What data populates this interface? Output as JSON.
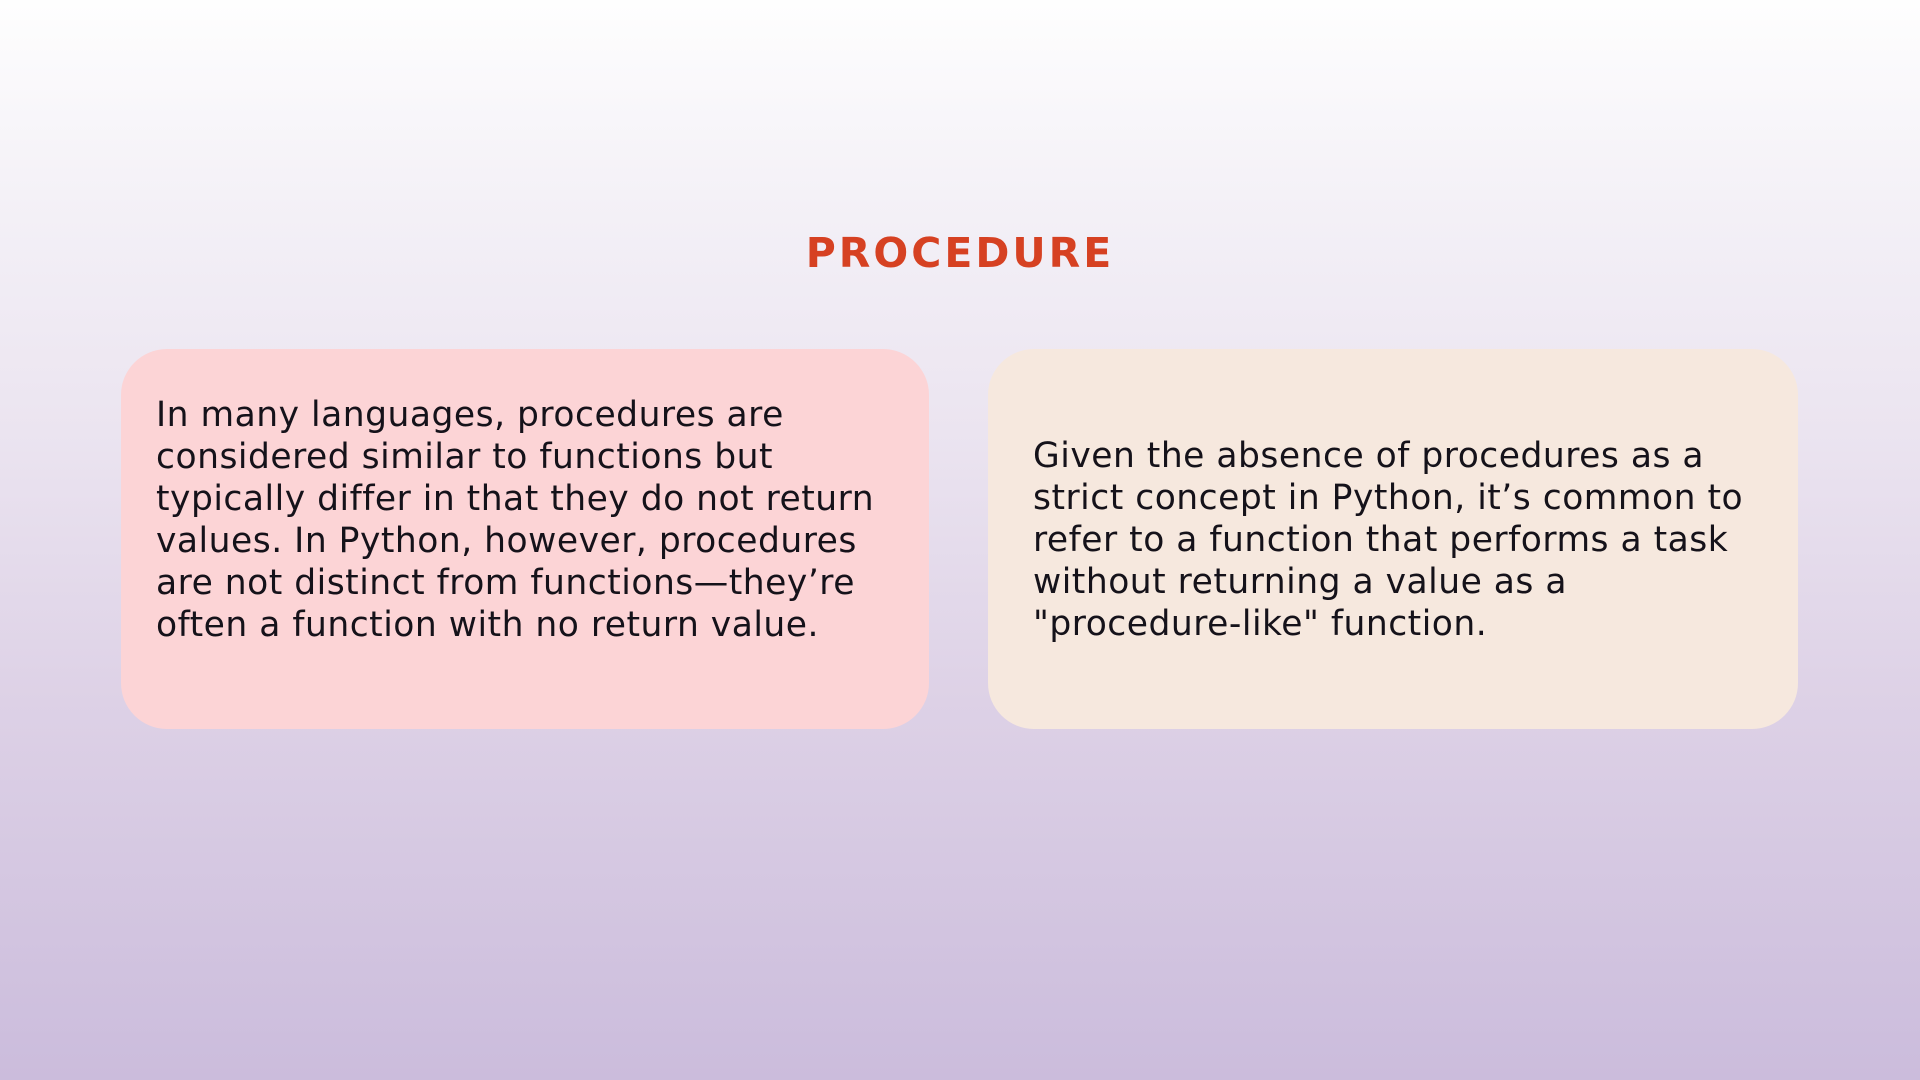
{
  "slide": {
    "title": "Procedure",
    "colors": {
      "title": "#d64122",
      "left_card_bg": "#fcd4d6",
      "right_card_bg": "#f6e8de"
    },
    "cards": [
      {
        "text": "In many languages, procedures are considered similar to functions but typically differ in that they do not return values. In Python, however, procedures are not distinct from functions—they’re often a function with no return value."
      },
      {
        "text": "Given the absence of procedures as a strict concept in Python, it’s common to refer to a function that performs a task without returning a value as a \"procedure-like\" function."
      }
    ]
  }
}
